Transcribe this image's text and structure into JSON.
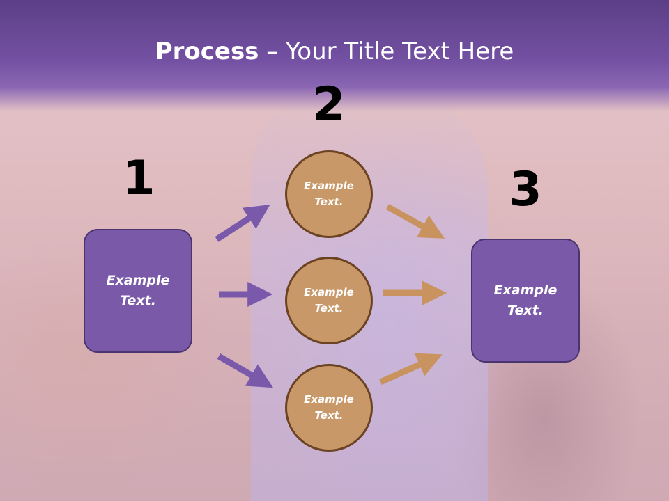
{
  "slide": {
    "title_bold": "Process",
    "title_rest": " – Your Title Text Here"
  },
  "steps": {
    "one": "1",
    "two": "2",
    "three": "3"
  },
  "boxes": {
    "left_line1": "Example",
    "left_line2": "Text.",
    "right_line1": "Example",
    "right_line2": "Text."
  },
  "circles": [
    {
      "line1": "Example",
      "line2": "Text."
    },
    {
      "line1": "Example",
      "line2": "Text."
    },
    {
      "line1": "Example",
      "line2": "Text."
    }
  ],
  "colors": {
    "header": "#7451a3",
    "box_fill": "#7a5aa8",
    "circle_fill": "#c99868",
    "purple_arrow": "#7a58aa",
    "orange_arrow": "#c9935f"
  }
}
